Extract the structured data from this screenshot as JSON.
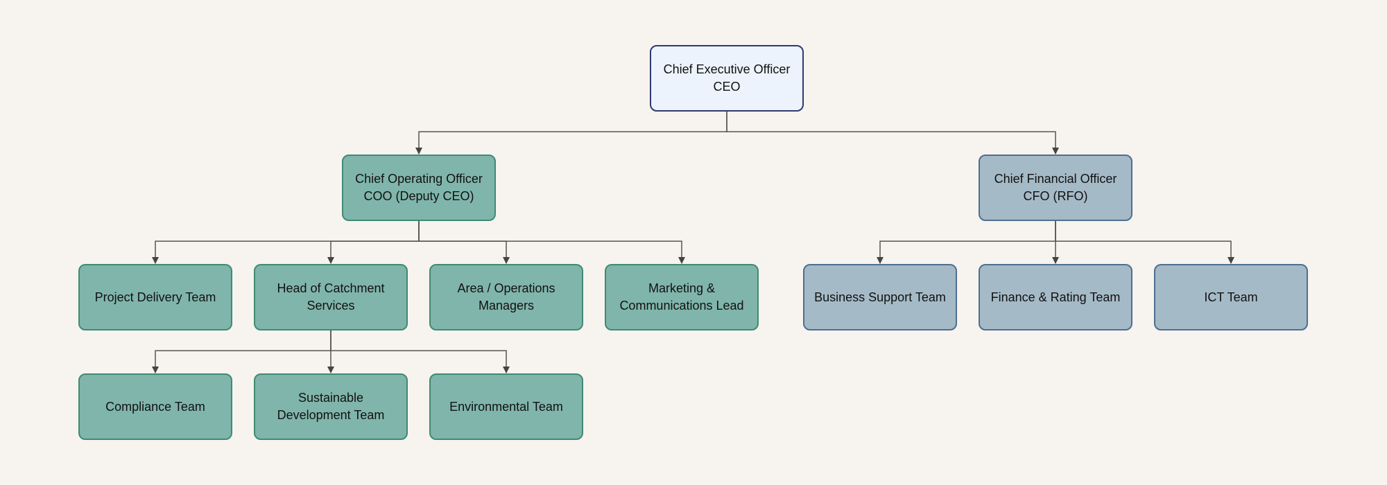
{
  "colors": {
    "background": "#f7f3ee",
    "executive_fill": "#ecf3fc",
    "executive_border": "#2e3a6e",
    "operations_fill": "#80b5ab",
    "operations_border": "#3f8a72",
    "finance_fill": "#a5bac7",
    "finance_border": "#4d6e91",
    "connector": "#555555"
  },
  "nodes": {
    "ceo": "Chief Executive Officer\nCEO",
    "coo": "Chief Operating Officer\nCOO (Deputy CEO)",
    "cfo": "Chief Financial Officer\nCFO (RFO)",
    "project_delivery": "Project Delivery Team",
    "head_catchment": "Head of Catchment\nServices",
    "area_operations": "Area / Operations\nManagers",
    "marketing": "Marketing &\nCommunications Lead",
    "business_support": "Business Support Team",
    "finance_rating": "Finance & Rating Team",
    "ict": "ICT Team",
    "compliance": "Compliance Team",
    "sustainable": "Sustainable\nDevelopment Team",
    "environmental": "Environmental Team"
  },
  "edges": [
    [
      "ceo",
      "coo"
    ],
    [
      "ceo",
      "cfo"
    ],
    [
      "coo",
      "project_delivery"
    ],
    [
      "coo",
      "head_catchment"
    ],
    [
      "coo",
      "area_operations"
    ],
    [
      "coo",
      "marketing"
    ],
    [
      "cfo",
      "business_support"
    ],
    [
      "cfo",
      "finance_rating"
    ],
    [
      "cfo",
      "ict"
    ],
    [
      "head_catchment",
      "compliance"
    ],
    [
      "head_catchment",
      "sustainable"
    ],
    [
      "head_catchment",
      "environmental"
    ]
  ]
}
